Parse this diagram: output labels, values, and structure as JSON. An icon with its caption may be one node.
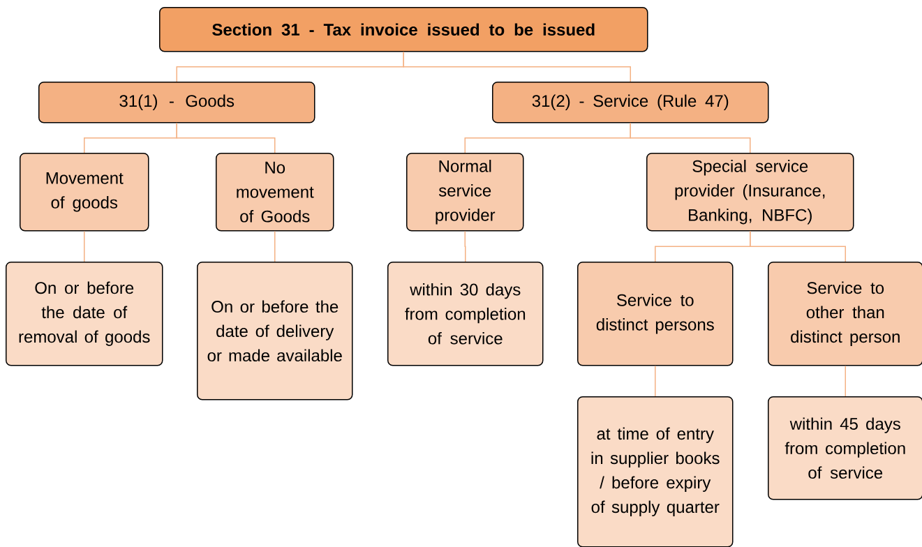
{
  "diagram": {
    "nodes": [
      {
        "text": [
          "Section 31 - Tax invoice issued to be issued"
        ]
      },
      {
        "text": [
          "31(1) - Goods"
        ]
      },
      {
        "text": [
          "31(2) - Service (Rule 47)"
        ]
      },
      {
        "text": [
          "Movement of goods"
        ]
      },
      {
        "text": [
          "No movement of Goods"
        ]
      },
      {
        "text": [
          "Normal service provider"
        ]
      },
      {
        "text": [
          "Special service provider (Insurance, Banking, NBFC)"
        ]
      },
      {
        "text": [
          "On or before the date of removal of goods"
        ]
      },
      {
        "text": [
          "On or before the date of delivery or made available"
        ]
      },
      {
        "text": [
          "within 30 days from completion of service"
        ]
      },
      {
        "text": [
          "Service to distinct persons"
        ]
      },
      {
        "text": [
          "Service to other than distinct person"
        ]
      },
      {
        "text": [
          "at time of entry in supplier books / before expiry of supply quarter"
        ]
      },
      {
        "text": [
          "within 45 days from completion of service"
        ]
      }
    ],
    "edges": [
      {
        "from": 0,
        "to": 1,
        "arrow": "none"
      },
      {
        "from": 0,
        "to": 2,
        "arrow": "none"
      },
      {
        "from": 1,
        "to": 3,
        "arrow": "none"
      },
      {
        "from": 1,
        "to": 4,
        "arrow": "none"
      },
      {
        "from": 2,
        "to": 5,
        "arrow": "none"
      },
      {
        "from": 2,
        "to": 6,
        "arrow": "none"
      },
      {
        "from": 3,
        "to": 7,
        "arrow": "none"
      },
      {
        "from": 4,
        "to": 8,
        "arrow": "none"
      },
      {
        "from": 5,
        "to": 9,
        "arrow": "none"
      },
      {
        "from": 6,
        "to": 10,
        "arrow": "none"
      },
      {
        "from": 6,
        "to": 11,
        "arrow": "none"
      },
      {
        "from": 10,
        "to": 12,
        "arrow": "none"
      },
      {
        "from": 11,
        "to": 13,
        "arrow": "none"
      }
    ]
  }
}
